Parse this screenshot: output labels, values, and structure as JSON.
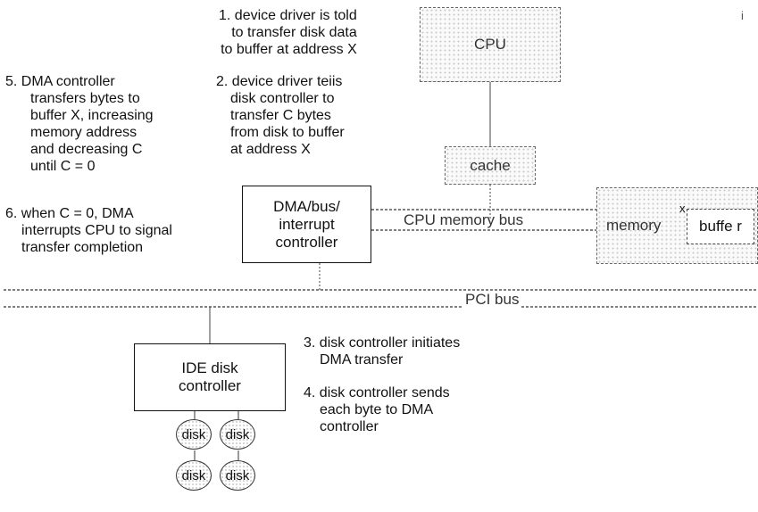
{
  "steps": [
    {
      "number": "1.",
      "lines": [
        "device driver is told",
        "to transfer disk data",
        "to buffer at address X"
      ]
    },
    {
      "number": "2.",
      "lines": [
        "device driver teiis",
        "disk controller to",
        "transfer C bytes",
        "from disk to buffer",
        "at address X"
      ]
    },
    {
      "number": "3.",
      "lines": [
        "disk controller initiates",
        "DMA transfer"
      ]
    },
    {
      "number": "4.",
      "lines": [
        "disk controller sends",
        "each byte to DMA",
        "controller"
      ]
    },
    {
      "number": "5.",
      "lines": [
        "DMA controller",
        "transfers bytes to",
        "buffer X, increasing",
        "memory address",
        "and decreasing C",
        "until C = 0"
      ]
    },
    {
      "number": "6.",
      "lines": [
        "when C = 0, DMA",
        "interrupts CPU to signal",
        "transfer completion"
      ]
    }
  ],
  "components": {
    "cpu": "CPU",
    "cache": "cache",
    "dma_controller": [
      "DMA/bus/",
      "interrupt",
      "controller"
    ],
    "memory": "memory",
    "buffer": "buffe r",
    "buffer_mark": "x",
    "ide_controller": [
      "IDE disk",
      "controller"
    ],
    "disks": [
      "disk",
      "disk",
      "disk",
      "disk"
    ]
  },
  "buses": {
    "cpu_memory_bus": "CPU memory bus",
    "pci_bus": "PCI bus"
  },
  "stray_mark": "i"
}
